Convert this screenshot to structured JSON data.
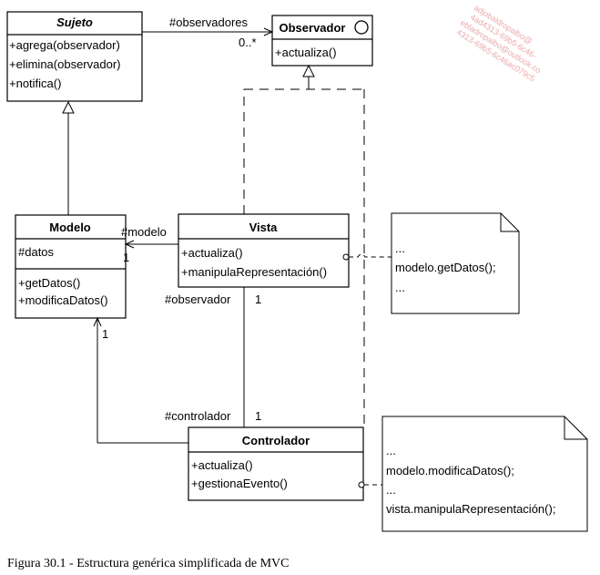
{
  "classes": {
    "sujeto": {
      "name": "Sujeto",
      "methods": [
        "+agrega(observador)",
        "+elimina(observador)",
        "+notifica()"
      ]
    },
    "observador": {
      "name": "Observador",
      "methods": [
        "+actualiza()"
      ]
    },
    "modelo": {
      "name": "Modelo",
      "attributes": [
        "#datos"
      ],
      "methods": [
        "+getDatos()",
        "+modificaDatos()"
      ]
    },
    "vista": {
      "name": "Vista",
      "methods": [
        "+actualiza()",
        "+manipulaRepresentación()"
      ]
    },
    "controlador": {
      "name": "Controlador",
      "methods": [
        "+actualiza()",
        "+gestionaEvento()"
      ]
    }
  },
  "associations": {
    "observadores_role": "#observadores",
    "observadores_mult": "0..*",
    "modelo_role": "#modelo",
    "modelo_mult": "1",
    "observador_role": "#observador",
    "observador_mult": "1",
    "controlador_role": "#controlador",
    "controlador_mult": "1",
    "controlador_modelo_mult": "1"
  },
  "notes": {
    "vista_note": [
      "...",
      "modelo.getDatos();",
      "..."
    ],
    "controlador_note": [
      "...",
      "modelo.modificaDatos();",
      "...",
      "vista.manipulaRepresentación();"
    ]
  },
  "watermark": [
    "adjobaldropalbo@",
    "4ad4313-69b5-6c46-",
    "ebladropalbo@outlook.co",
    "4313-69b5-6c46ac079c5"
  ],
  "caption": "Figura 30.1 - Estructura genérica simplificada de MVC"
}
